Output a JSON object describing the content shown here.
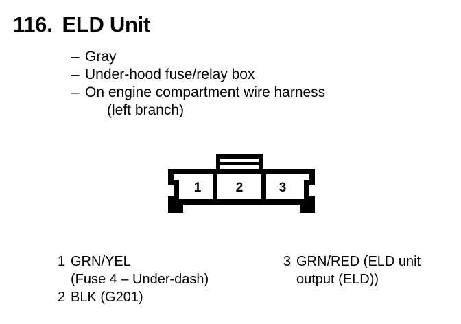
{
  "page": {
    "background_color": "#ffffff",
    "ink_color": "#000000"
  },
  "title": {
    "number": "116.",
    "text": "ELD Unit"
  },
  "description": {
    "dash": "–",
    "items": [
      {
        "text": "Gray",
        "continuation": null
      },
      {
        "text": "Under-hood fuse/relay box",
        "continuation": null
      },
      {
        "text": "On engine compartment wire harness",
        "continuation": "(left branch)"
      }
    ]
  },
  "connector": {
    "cavity_labels": [
      "1",
      "2",
      "3"
    ],
    "tab_slots": 2
  },
  "legend": {
    "left_column": [
      {
        "pin": "1",
        "text": "GRN/YEL",
        "line2": "(Fuse 4 – Under-dash)"
      },
      {
        "pin": "2",
        "text": "BLK (G201)",
        "line2": null
      }
    ],
    "right_column": [
      {
        "pin": "3",
        "text": "GRN/RED (ELD unit",
        "line2": "output (ELD))"
      }
    ]
  }
}
